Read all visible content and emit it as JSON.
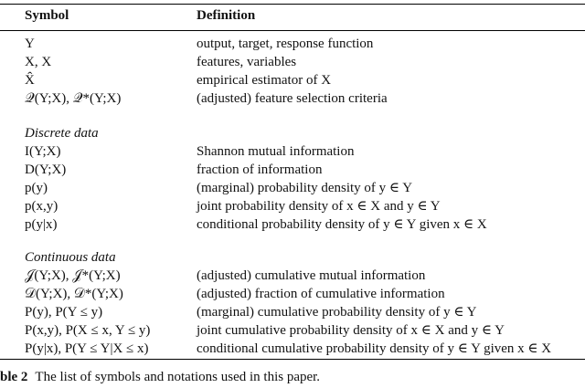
{
  "table": {
    "header": {
      "symbol": "Symbol",
      "definition": "Definition"
    },
    "general_rows": [
      {
        "symbol": "Y",
        "definition": "output, target, response function"
      },
      {
        "symbol": "X, X",
        "definition": "features, variables"
      },
      {
        "symbol": "X̂",
        "definition": "empirical estimator of X"
      },
      {
        "symbol": "𝒬(Y;X), 𝒬*(Y;X)",
        "definition": "(adjusted) feature selection criteria"
      }
    ],
    "discrete_section": "Discrete data",
    "discrete_rows": [
      {
        "symbol": "I(Y;X)",
        "definition": "Shannon mutual information"
      },
      {
        "symbol": "D(Y;X)",
        "definition": "fraction of information"
      },
      {
        "symbol": "p(y)",
        "definition": "(marginal) probability density of y ∈ Y"
      },
      {
        "symbol": "p(x,y)",
        "definition": "joint probability density of x ∈ X and y ∈ Y"
      },
      {
        "symbol": "p(y|x)",
        "definition": "conditional probability density of y ∈ Y given x ∈ X"
      }
    ],
    "continuous_section": "Continuous data",
    "continuous_rows": [
      {
        "symbol": "𝒥(Y;X), 𝒥*(Y;X)",
        "definition": "(adjusted) cumulative mutual information"
      },
      {
        "symbol": "𝒟(Y;X), 𝒟*(Y;X)",
        "definition": "(adjusted) fraction of cumulative information"
      },
      {
        "symbol": "P(y), P(Y ≤ y)",
        "definition": "(marginal) cumulative probability density of y ∈ Y"
      },
      {
        "symbol": "P(x,y), P(X ≤ x, Y ≤ y)",
        "definition": "joint cumulative probability density of x ∈ X and y ∈ Y"
      },
      {
        "symbol": "P(y|x), P(Y ≤ Y|X ≤ x)",
        "definition": "conditional cumulative probability density of y ∈ Y given x ∈ X"
      }
    ]
  },
  "caption": {
    "label": "ble 2",
    "text": "The list of symbols and notations used in this paper."
  }
}
